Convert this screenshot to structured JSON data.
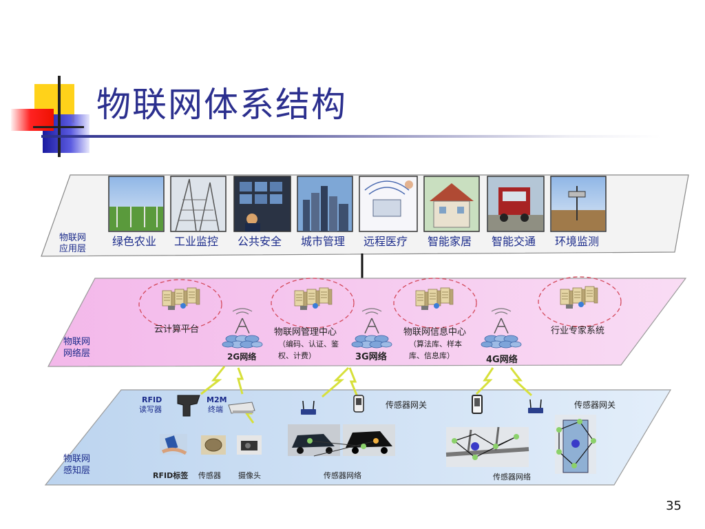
{
  "slide": {
    "title": "物联网体系结构",
    "page_number": "35"
  },
  "application_layer": {
    "label_lines": [
      "物联网",
      "应用层"
    ],
    "items": [
      "绿色农业",
      "工业监控",
      "公共安全",
      "城市管理",
      "远程医疗",
      "智能家居",
      "智能交通",
      "环境监测"
    ]
  },
  "network_layer": {
    "label_lines": [
      "物联网",
      "网络层"
    ],
    "platforms": {
      "cloud": "云计算平台",
      "mgmt": [
        "物联网管理中心",
        "（编码、认证、鉴",
        "权、计费）"
      ],
      "info": [
        "物联网信息中心",
        "（算法库、样本",
        "库、信息库）"
      ],
      "expert": "行业专家系统"
    },
    "networks": [
      "2G网络",
      "3G网络",
      "4G网络"
    ]
  },
  "perception_layer": {
    "label_lines": [
      "物联网",
      "感知层"
    ],
    "rfid_reader": [
      "RFID",
      "读写器"
    ],
    "m2m": [
      "M2M",
      "终端"
    ],
    "gateway_1": "传感器网关",
    "gateway_2": "传感器网关",
    "bottom_labels": [
      "RFID标签",
      "传感器",
      "摄像头",
      "传感器网络",
      "传感器网络"
    ]
  },
  "colors": {
    "title": "#2b2f8e",
    "label_blue": "#1a2a8a",
    "app_layer": "#f4f4f4",
    "network_layer": "#f6c8ef",
    "perception_layer": "#cfe0f2"
  }
}
